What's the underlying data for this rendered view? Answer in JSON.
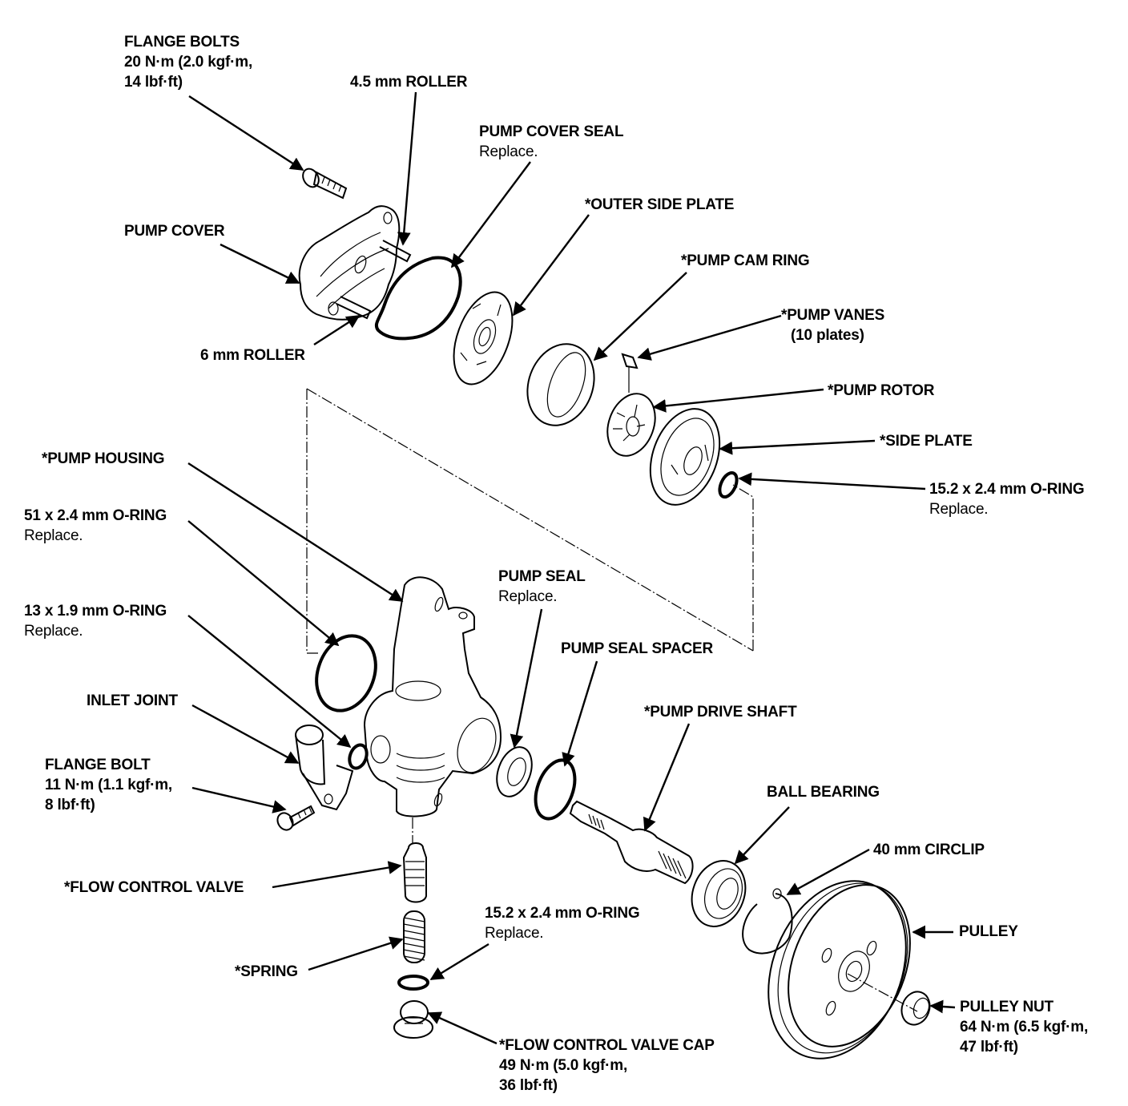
{
  "diagram": {
    "title": "Power Steering Pump Exploded View",
    "note_marker": "*",
    "labels": [
      {
        "id": "flange-bolts",
        "title": "FLANGE BOLTS",
        "sub": [
          "20 N·m (2.0 kgf·m,",
          "14 lbf·ft)"
        ],
        "sub_bold": true
      },
      {
        "id": "roller-4-5",
        "title": "4.5 mm ROLLER",
        "sub": []
      },
      {
        "id": "pump-cover-seal",
        "title": "PUMP COVER SEAL",
        "sub": [
          "Replace."
        ]
      },
      {
        "id": "outer-side-plate",
        "title": "*OUTER SIDE PLATE",
        "sub": []
      },
      {
        "id": "pump-cover",
        "title": "PUMP COVER",
        "sub": []
      },
      {
        "id": "pump-cam-ring",
        "title": "*PUMP CAM RING",
        "sub": []
      },
      {
        "id": "pump-vanes",
        "title": "*PUMP VANES",
        "sub": [
          "(10 plates)"
        ],
        "sub_bold": true
      },
      {
        "id": "roller-6",
        "title": "6 mm ROLLER",
        "sub": []
      },
      {
        "id": "pump-rotor",
        "title": "*PUMP ROTOR",
        "sub": []
      },
      {
        "id": "side-plate",
        "title": "*SIDE PLATE",
        "sub": []
      },
      {
        "id": "oring-15-2-top",
        "title": "15.2 x 2.4 mm O-RING",
        "sub": [
          "Replace."
        ]
      },
      {
        "id": "pump-housing",
        "title": "*PUMP HOUSING",
        "sub": []
      },
      {
        "id": "oring-51",
        "title": "51 x 2.4 mm O-RING",
        "sub": [
          "Replace."
        ]
      },
      {
        "id": "pump-seal",
        "title": "PUMP SEAL",
        "sub": [
          "Replace."
        ]
      },
      {
        "id": "oring-13",
        "title": "13 x 1.9 mm O-RING",
        "sub": [
          "Replace."
        ]
      },
      {
        "id": "pump-seal-spacer",
        "title": "PUMP SEAL SPACER",
        "sub": []
      },
      {
        "id": "inlet-joint",
        "title": "INLET JOINT",
        "sub": []
      },
      {
        "id": "pump-drive-shaft",
        "title": "*PUMP DRIVE SHAFT",
        "sub": []
      },
      {
        "id": "flange-bolt",
        "title": "FLANGE BOLT",
        "sub": [
          "11 N·m (1.1 kgf·m,",
          "8 lbf·ft)"
        ],
        "sub_bold": true
      },
      {
        "id": "ball-bearing",
        "title": "BALL BEARING",
        "sub": []
      },
      {
        "id": "circlip-40",
        "title": "40 mm CIRCLIP",
        "sub": []
      },
      {
        "id": "flow-control-valve",
        "title": "*FLOW CONTROL VALVE",
        "sub": []
      },
      {
        "id": "oring-15-2-bottom",
        "title": "15.2 x 2.4 mm O-RING",
        "sub": [
          "Replace."
        ]
      },
      {
        "id": "pulley",
        "title": "PULLEY",
        "sub": []
      },
      {
        "id": "spring",
        "title": "*SPRING",
        "sub": []
      },
      {
        "id": "pulley-nut",
        "title": "PULLEY NUT",
        "sub": [
          "64 N·m (6.5 kgf·m,",
          "47 lbf·ft)"
        ],
        "sub_bold": true
      },
      {
        "id": "flow-control-valve-cap",
        "title": "*FLOW CONTROL VALVE CAP",
        "sub": [
          "49 N·m (5.0 kgf·m,",
          "36 lbf·ft)"
        ],
        "sub_bold": true
      }
    ]
  }
}
